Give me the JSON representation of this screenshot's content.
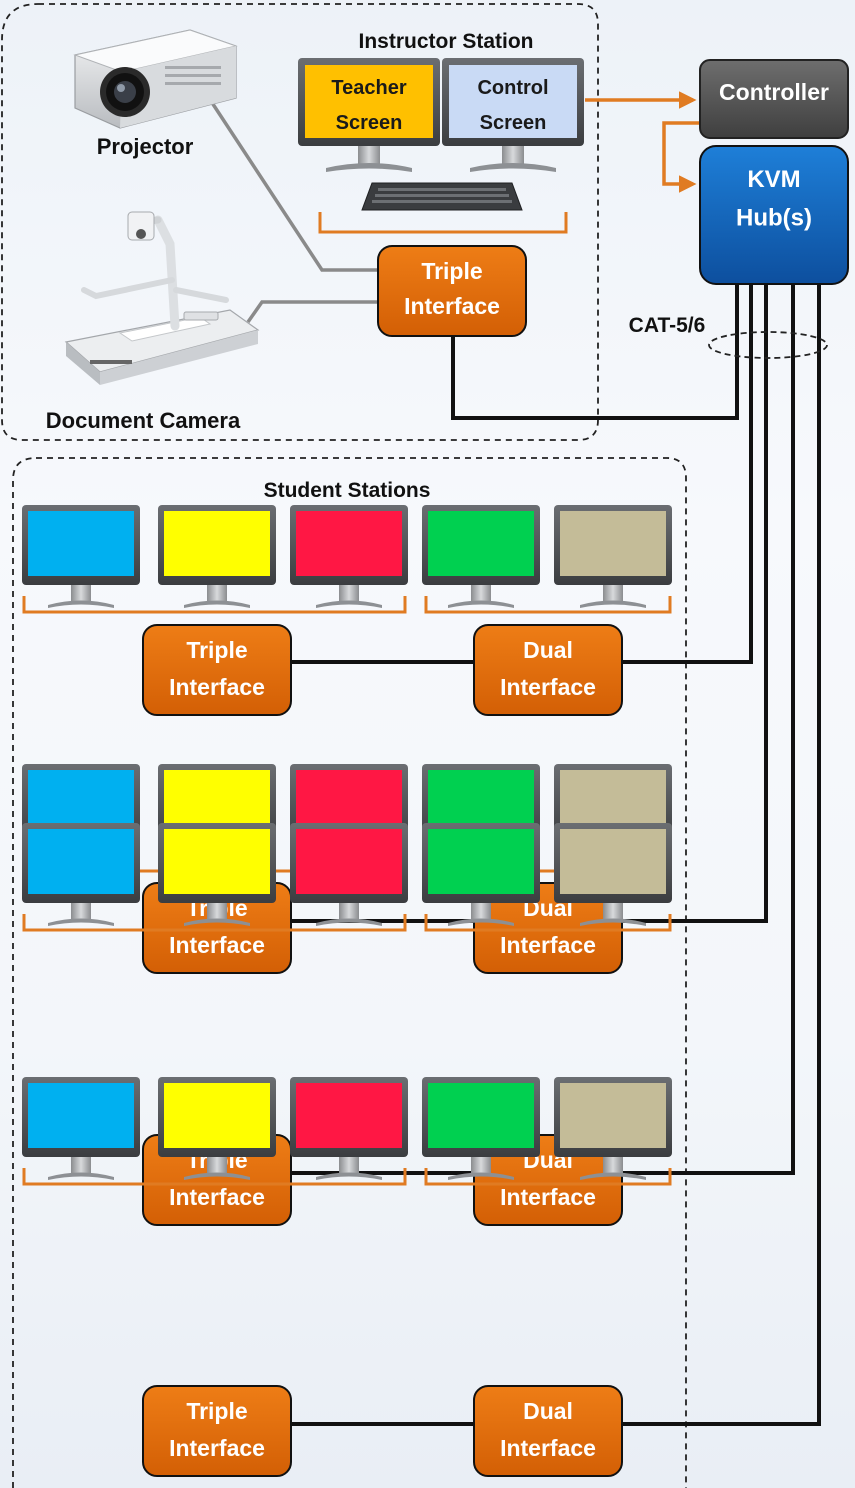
{
  "instructor": {
    "group_label": "Instructor Station",
    "teacher_screen": "Teacher\nScreen",
    "control_screen": "Control\nScreen",
    "projector_label": "Projector",
    "document_camera_label": "Document Camera",
    "interface": "Triple\nInterface"
  },
  "controller_label": "Controller",
  "kvm_label": "KVM\nHub(s)",
  "cable_label": "CAT-5/6",
  "student": {
    "group_label": "Student Stations",
    "screen_colors": [
      "#00b0f0",
      "#ffff00",
      "#ff1744",
      "#00d050",
      "#c4bc98"
    ],
    "rows": [
      {
        "triple": "Triple\nInterface",
        "dual": "Dual\nInterface"
      },
      {
        "triple": "Triple\nInterface",
        "dual": "Dual\nInterface"
      },
      {
        "triple": "Triple\nInterface",
        "dual": "Dual\nInterface"
      },
      {
        "triple": "Triple\nInterface",
        "dual": "Dual\nInterface"
      }
    ]
  },
  "colors": {
    "interface_fill": "#e06c0b",
    "kvm_fill": "#1565c0",
    "controller_fill": "#555555",
    "bracket": "#e07b22",
    "teacher_screen": "#ffc000",
    "control_screen": "#c9daf5"
  }
}
